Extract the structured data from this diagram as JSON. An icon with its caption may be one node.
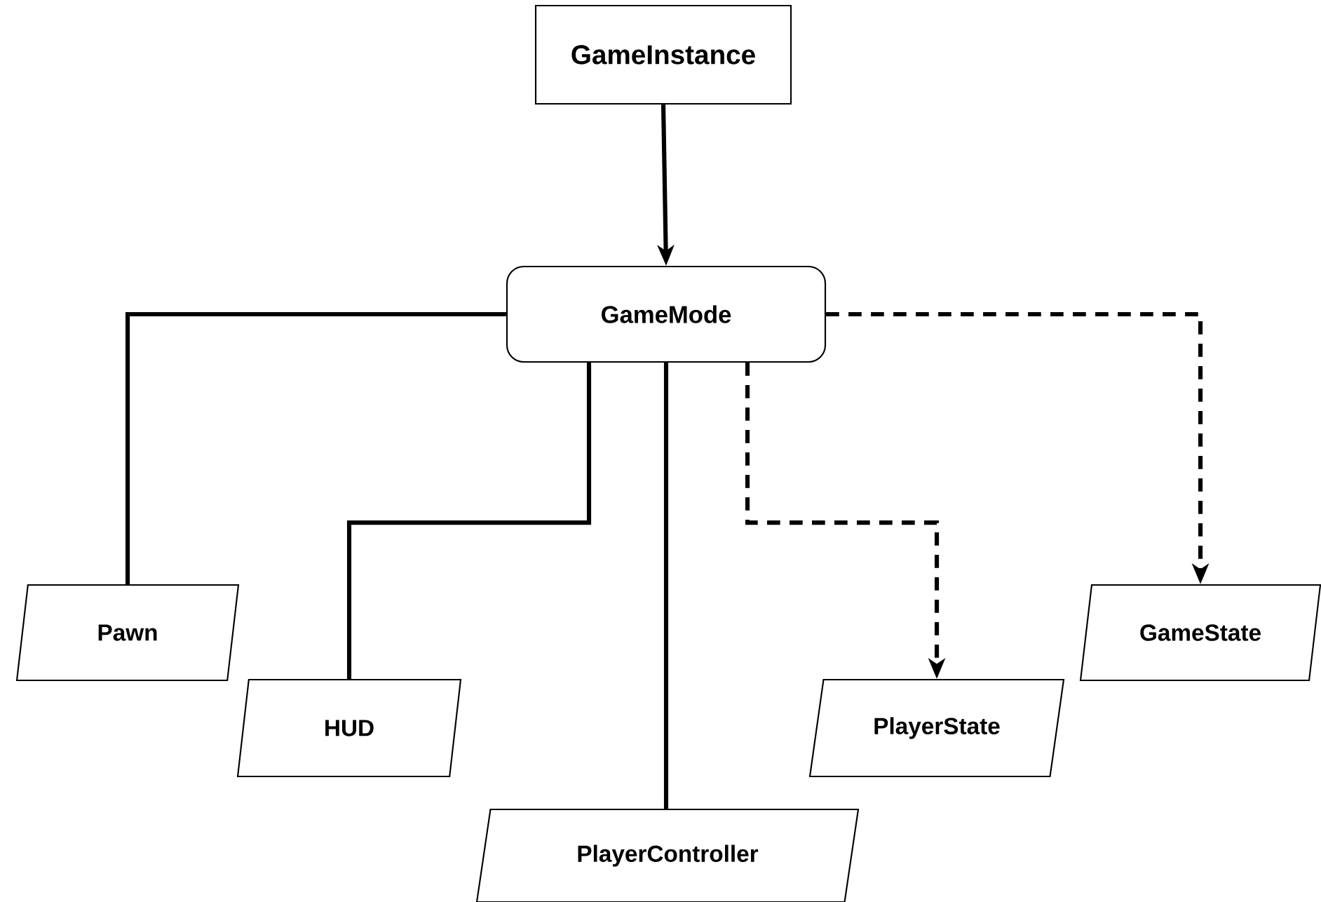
{
  "diagram": {
    "nodes": [
      {
        "text": [
          "GameInstance"
        ]
      },
      {
        "text": [
          "GameMode"
        ]
      },
      {
        "text": [
          "Pawn"
        ]
      },
      {
        "text": [
          "HUD"
        ]
      },
      {
        "text": [
          "PlayerController"
        ]
      },
      {
        "text": [
          "PlayerState"
        ]
      },
      {
        "text": [
          "GameState"
        ]
      }
    ],
    "edges": [
      {
        "from": 0,
        "to": 1,
        "arrow": "to"
      },
      {
        "from": 1,
        "to": 2,
        "arrow": "none"
      },
      {
        "from": 1,
        "to": 3,
        "arrow": "none"
      },
      {
        "from": 1,
        "to": 4,
        "arrow": "none"
      },
      {
        "from": 1,
        "to": 5,
        "arrow": "to",
        "style": "dashed"
      },
      {
        "from": 1,
        "to": 6,
        "arrow": "to",
        "style": "dashed"
      }
    ]
  }
}
